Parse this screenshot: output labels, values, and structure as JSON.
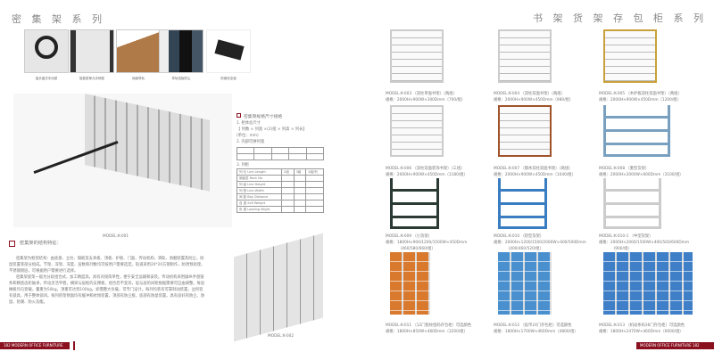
{
  "left": {
    "title": "密 集 架 系 列",
    "details": [
      "摇手盘式手动型",
      "智能型单元手柄型",
      "地面导轨",
      "导轨挡板防尘",
      "防倒安全锁"
    ],
    "model_1": "MODEL:K-001",
    "model_2": "MODEL:K-002",
    "spec_title": "密集架规格尺寸规格",
    "spec_lines": [
      "1. 柜体总尺寸",
      "【 列数 × 列宽 ×(2)组 × 列高 × 列长】",
      "(单位：mm)",
      "2. 内部可拼列宽",
      "3. 列柜"
    ],
    "spec_rows": [
      [
        "列 长 Line Length",
        "2组",
        "3组",
        "4组/列"
      ],
      [
        "搁板层 Rack No",
        "",
        "",
        ""
      ],
      [
        "列 高 Line Height",
        "",
        "",
        ""
      ],
      [
        "列 宽 Line Width",
        "",
        "",
        ""
      ],
      [
        "间 距 Bay Distance",
        "",
        "",
        ""
      ],
      [
        "自 重 Self Weight",
        "",
        "",
        ""
      ],
      [
        "负 重 Loading Wight",
        "",
        "",
        ""
      ]
    ],
    "section_title": "密集架的结构特征：",
    "paragraphs": [
      "密集架为框架结构：由底盘、立柱、隔板及支承板、顶板、护板、门面、传动机构、滑轨、防翻装置及防尘、防鼠装置等部分组成。节架、深架、深度、层数和列数均可按用户需要选定。轨道采用20*20方钢制作，防锈预处理，不锈钢镀层，可根据用户需要进行选择。",
      "密集架底架一般为分段组合式，加工精度高，具有对接简单性，便于安全运输和安装。传动机构采用操纵手盘链条和精密齿轮轴承，传动灵活平稳。横梁与层板的支撑板，组合后不变形，层与层的间距根据需要可自由调整。每层搁板均匀受载，量重为50kg，顶重可达到100kg。如需整大负载，可专门设计。每列均装有可靠制动装置，边列装有锁具，用于整体锁闭。每列的架侧面均有缓冲和抗倾装置，顶部有防尘板，底部有防鼠装置，具有良好的防尘、防鼠、防潮、防火功能。"
    ],
    "footer": "182  MODERN OFFICE FURNITURE"
  },
  "right": {
    "title": "书 架 货 架 存 包 柜 系 列",
    "products": [
      {
        "model": "MODEL:K-003 （双柱单面书架）（两组）",
        "spec": "规格：2000H×900W×300Dmm（700/组）"
      },
      {
        "model": "MODEL:K-004 （双柱双面书架）（两组）",
        "spec": "规格：2000H×900W×450Dmm（980/组）"
      },
      {
        "model": "MODEL:K-005 （木护板双柱双面书架）（两组）",
        "spec": "规格：2000H×900W×450Dmm（1200/组）"
      },
      {
        "model": "MODEL:K-006 （双柱双面装饰书架）（三组）",
        "spec": "规格：2000H×900W×450Dmm（1180/组）"
      },
      {
        "model": "MODEL:K-007 （钢木双柱双面书架）（两组）",
        "spec": "规格：2000H×900W×450Dmm（1040/组）"
      },
      {
        "model": "MODEL:K-008 （重型货架）",
        "spec": "规格：2000H×2000W×600Dmm（3100/组）"
      },
      {
        "model": "MODEL:K-009 （小货架）",
        "spec": "规格：1800H×900/1200/1500W×450Dmm",
        "spec2": "（460/580/660/组）"
      },
      {
        "model": "MODEL:K-010 （轻型货架）",
        "spec": "规格：2000H×1200/1500/2000W×400/500Dmm",
        "spec2": "（400/460/520/组）"
      },
      {
        "model": "MODEL:K-010-1 （中型货架）",
        "spec": "规格：2000H×2000/1500W×400/500/600Dmm",
        "spec2": "（900/组）"
      },
      {
        "model": "MODEL:K-011 （12门指纹密码存包柜）可选颜色",
        "spec": "规格：1800H×850W×460Dmm（3200/组）"
      },
      {
        "model": "MODEL:K-012 （投币24门存包柜）可选颜色",
        "spec": "规格：1800H×1700W×460Dmm（4800/组）"
      },
      {
        "model": "MODEL:K-013 （机动条码36门存包柜）可选颜色",
        "spec": "规格：1800H×2470W×460Dmm（6600/组）"
      }
    ],
    "footer": "MODERN OFFICE FURNITURE  182"
  },
  "colors": {
    "accent": "#8a1020",
    "locker_orange": "#d9792e",
    "locker_blue": "#4a90cf"
  }
}
